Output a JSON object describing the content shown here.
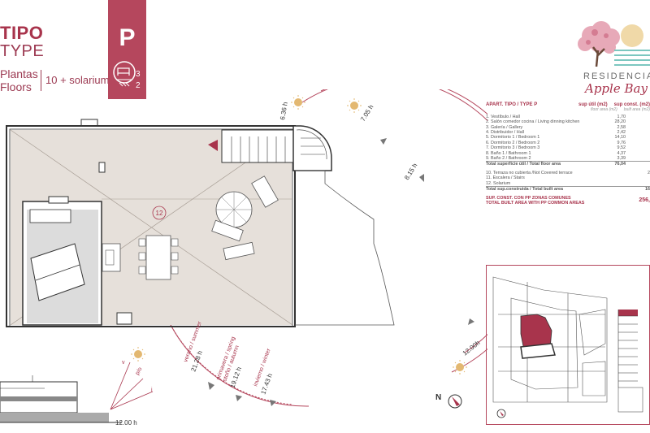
{
  "header": {
    "tipo": "TIPO",
    "type": "TYPE",
    "plantas": "Plantas",
    "floors": "Floors",
    "levels": "10 + solarium",
    "badge_letter": "P",
    "badge_num_1": "3",
    "badge_num_2": "2"
  },
  "logo": {
    "line1": "RESIDENCIAL",
    "line2": "Apple Bay"
  },
  "plan": {
    "room_number": "12"
  },
  "sun_path": {
    "t1": "6.36 h",
    "t2": "7.05 h",
    "t3": "8.15 h",
    "t4": "12.00h",
    "summer": "verano / summer",
    "summer_time": "21.28 h",
    "spring": "primavera / spring",
    "autumn": "otoño / autumn",
    "spring_time": "19.12 h",
    "winter": "invierno / winter",
    "winter_time": "17.43 h",
    "section_v": "v",
    "section_po": "p/o",
    "section_i": "i",
    "section_noon": "12.00 h",
    "compass_n": "N"
  },
  "table": {
    "title": "APART. TIPO / TYPE P",
    "col1": "sup útil (m2)",
    "col2": "sup const. (m2)",
    "col1_sub": "floor area (m2)",
    "col2_sub": "built area (m2)",
    "rows": [
      {
        "label": "1. Vestíbulo / Hall",
        "v1": "1,70",
        "v2": ""
      },
      {
        "label": "2. Salón comedor cocina / Living dinning kitchen",
        "v1": "28,20",
        "v2": ""
      },
      {
        "label": "3. Galería / Gallery",
        "v1": "2,58",
        "v2": ""
      },
      {
        "label": "4. Distribuidor / Hall",
        "v1": "2,42",
        "v2": ""
      },
      {
        "label": "5. Dormitorio 1 / Bedroom 1",
        "v1": "14,10",
        "v2": ""
      },
      {
        "label": "6. Dormitorio 2 / Bedroom 2",
        "v1": "9,76",
        "v2": ""
      },
      {
        "label": "7. Dormitorio 3 / Bedroom 3",
        "v1": "9,52",
        "v2": ""
      },
      {
        "label": "8. Baño 1 / Bathroom 1",
        "v1": "4,37",
        "v2": ""
      },
      {
        "label": "9. Baño 2 / Bathroom 2",
        "v1": "3,39",
        "v2": ""
      }
    ],
    "total_label": "Total superficie útil / Total floor area",
    "total_v1": "76,04",
    "rows2": [
      {
        "label": "10. Terraza no cubierta /Not Covered terrace",
        "v1": "",
        "v2": "2"
      },
      {
        "label": "11. Escalera / Stairs",
        "v1": "",
        "v2": ""
      },
      {
        "label": "12. Solarium",
        "v1": "",
        "v2": ""
      }
    ],
    "total2_label": "Total sup.construida / Total built area",
    "total2_v2": "16",
    "common_label_1": "SUP. CONST. CON PP ZONAS COMUNES",
    "common_label_2": "TOTAL BUILT AREA WITH PP COMMON AREAS",
    "common_value": "256,"
  },
  "colors": {
    "accent": "#a8344c",
    "badge": "#b5475d",
    "terrace": "#e6e0da",
    "solarium": "#dcdcdc"
  }
}
